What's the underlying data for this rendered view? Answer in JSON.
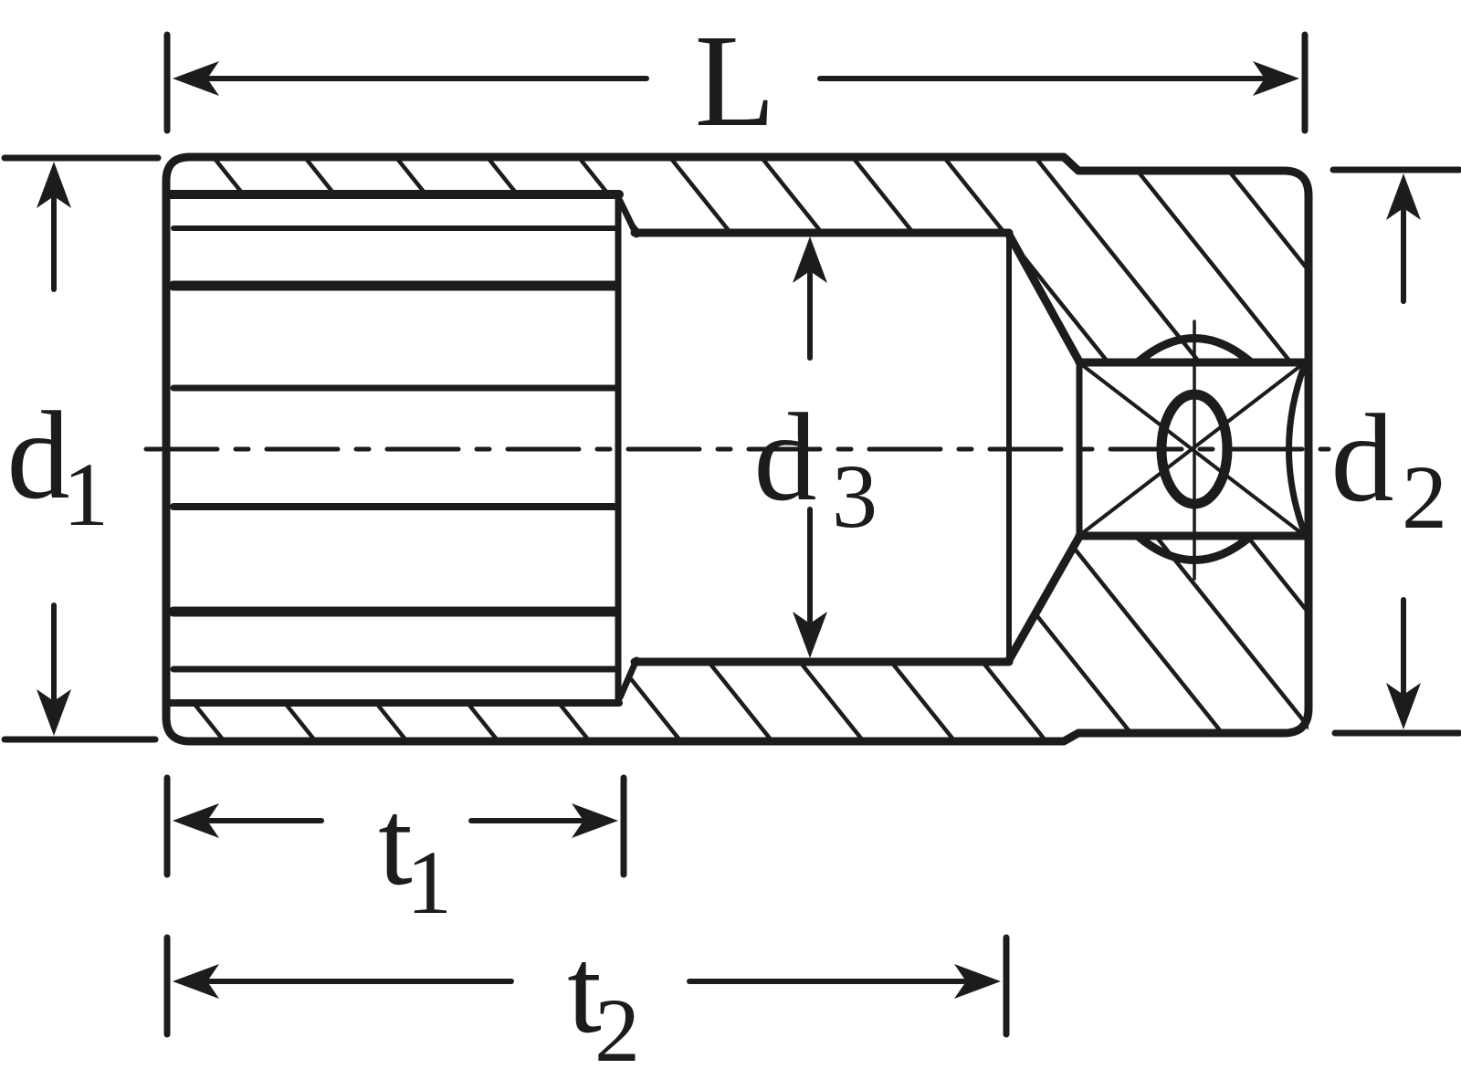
{
  "figure": {
    "type": "technical-cross-section-drawing",
    "subject": "deep socket with square drive, sectional view with dimension callouts"
  },
  "colors": {
    "line": "#1c1c1c",
    "background": "#ffffff"
  },
  "labels": {
    "overall_length": {
      "base": "L",
      "sub": ""
    },
    "socket_outer_diameter": {
      "base": "d",
      "sub": "1"
    },
    "drive_end_diameter": {
      "base": "d",
      "sub": "2"
    },
    "bore_diameter": {
      "base": "d",
      "sub": "3"
    },
    "socket_depth": {
      "base": "t",
      "sub": "1"
    },
    "bore_depth": {
      "base": "t",
      "sub": "2"
    }
  }
}
